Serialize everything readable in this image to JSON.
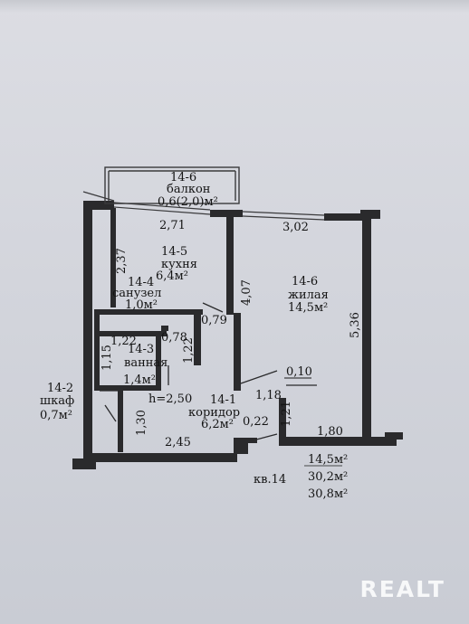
{
  "rooms": {
    "balcony": {
      "id": "14-6",
      "name": "балкон",
      "area": "0,6(2,0)м²"
    },
    "kitchen": {
      "id": "14-5",
      "name": "кухня",
      "area": "6,4м²"
    },
    "toilet": {
      "id": "14-4",
      "name": "санузел",
      "area": "1,0м²"
    },
    "bathroom": {
      "id": "14-3",
      "name": "ванная",
      "area": "1,4м²"
    },
    "closet": {
      "id": "14-2",
      "name": "шкаф",
      "area": "0,7м²"
    },
    "corridor": {
      "id": "14-1",
      "name": "коридор",
      "area": "6,2м²"
    },
    "living": {
      "id": "14-6",
      "name": "жилая",
      "area": "14,5м²"
    }
  },
  "dimensions": {
    "kitchen_width": "2,71",
    "living_width": "3,02",
    "kitchen_depth": "2,37",
    "living_partition": "4,07",
    "living_depth": "5,36",
    "toilet_width": "0,78",
    "opening_079": "0,79",
    "bath_width": "1,22",
    "bath_depth": "1,15",
    "toilet_depth": "1,22",
    "closet_depth": "1,30",
    "wall_010": "0,10",
    "corridor_118": "1,18",
    "corridor_121": "1,21",
    "corridor_180": "1,80",
    "corridor_245": "2,45",
    "corridor_022": "0,22",
    "ceiling_height": "h=2,50"
  },
  "summary": {
    "apartment": "кв.14",
    "living_area": "14,5м²",
    "total_area": "30,2м²",
    "total_with_balcony": "30,8м²"
  },
  "watermark": "REALT"
}
